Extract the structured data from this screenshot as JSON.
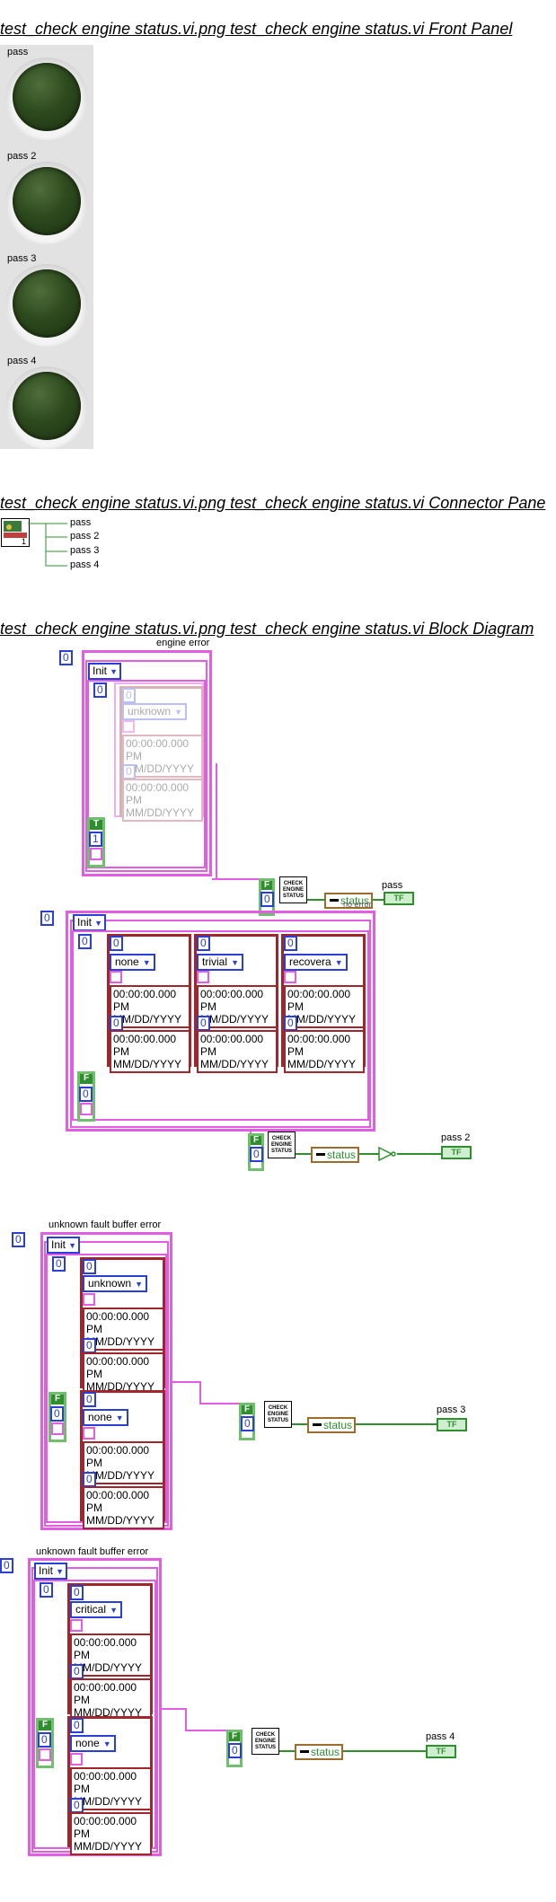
{
  "front_panel": {
    "heading": "test_check engine status.vi.png  test_check engine status.vi Front Panel",
    "leds": [
      {
        "label": "pass"
      },
      {
        "label": "pass 2"
      },
      {
        "label": "pass 3"
      },
      {
        "label": "pass 4"
      }
    ],
    "led_color": "#2d4a1e"
  },
  "connector_pane": {
    "heading": "test_check engine status.vi.png  test_check engine status.vi Connector Pane",
    "icon_value": "1",
    "terminals": [
      "pass",
      "pass 2",
      "pass 3",
      "pass 4"
    ]
  },
  "block_diagram": {
    "heading": "test_check engine status.vi.png  test_check engine status.vi Block Diagram",
    "sections": [
      {
        "title": "engine error",
        "index": "0",
        "selector": "Init",
        "inner_index": "0",
        "clusters": [
          {
            "index": "0",
            "enum": "unknown",
            "ts1_index": "",
            "ts1": "00:00:00.000 PM",
            "ts1b": "MM/DD/YYYY",
            "ts2_index": "0",
            "ts2": "00:00:00.000 PM",
            "ts2b": "MM/DD/YYYY"
          }
        ],
        "bool": "T",
        "bundle_index": "1",
        "subvi_label": "CHECK ENGINE STATUS",
        "bundle2_bool": "F",
        "bundle2_index": "0",
        "status_label": "status",
        "extra_label": "no error",
        "output_label": "pass",
        "tf": "TF"
      },
      {
        "index": "0",
        "selector": "Init",
        "inner_index": "0",
        "clusters": [
          {
            "index": "0",
            "enum": "none",
            "ts1": "00:00:00.000 PM",
            "ts1b": "MM/DD/YYYY",
            "ts2_index": "0",
            "ts2": "00:00:00.000 PM",
            "ts2b": "MM/DD/YYYY"
          },
          {
            "index": "0",
            "enum": "trivial",
            "ts1": "00:00:00.000 PM",
            "ts1b": "MM/DD/YYYY",
            "ts2_index": "0",
            "ts2": "00:00:00.000 PM",
            "ts2b": "MM/DD/YYYY"
          },
          {
            "index": "0",
            "enum": "recovera",
            "ts1": "00:00:00.000 PM",
            "ts1b": "MM/DD/YYYY",
            "ts2_index": "0",
            "ts2": "00:00:00.000 PM",
            "ts2b": "MM/DD/YYYY"
          }
        ],
        "bool": "F",
        "bundle_index": "0",
        "subvi_label": "CHECK ENGINE STATUS",
        "bundle2_bool": "F",
        "bundle2_index": "0",
        "status_label": "status",
        "output_label": "pass 2",
        "tf": "TF"
      },
      {
        "title": "unknown fault buffer error",
        "index": "0",
        "selector": "Init",
        "inner_index": "0",
        "clusters": [
          {
            "index": "0",
            "enum": "unknown",
            "ts1": "00:00:00.000 PM",
            "ts1b": "MM/DD/YYYY",
            "ts2_index": "0",
            "ts2": "00:00:00.000 PM",
            "ts2b": "MM/DD/YYYY"
          },
          {
            "index": "0",
            "enum": "none",
            "ts1": "00:00:00.000 PM",
            "ts1b": "MM/DD/YYYY",
            "ts2_index": "0",
            "ts2": "00:00:00.000 PM",
            "ts2b": "MM/DD/YYYY"
          }
        ],
        "bool": "F",
        "bundle_index": "0",
        "subvi_label": "CHECK ENGINE STATUS",
        "bundle2_bool": "F",
        "bundle2_index": "0",
        "status_label": "status",
        "output_label": "pass 3",
        "tf": "TF"
      },
      {
        "title": "unknown fault buffer error",
        "index": "0",
        "selector": "Init",
        "inner_index": "0",
        "clusters": [
          {
            "index": "0",
            "enum": "critical",
            "ts1": "00:00:00.000 PM",
            "ts1b": "MM/DD/YYYY",
            "ts2_index": "0",
            "ts2": "00:00:00.000 PM",
            "ts2b": "MM/DD/YYYY"
          },
          {
            "index": "0",
            "enum": "none",
            "ts1": "00:00:00.000 PM",
            "ts1b": "MM/DD/YYYY",
            "ts2_index": "0",
            "ts2": "00:00:00.000 PM",
            "ts2b": "MM/DD/YYYY"
          }
        ],
        "bool": "F",
        "bundle_index": "0",
        "subvi_label": "CHECK ENGINE STATUS",
        "bundle2_bool": "F",
        "bundle2_index": "0",
        "status_label": "status",
        "output_label": "pass 4",
        "tf": "TF"
      }
    ]
  }
}
